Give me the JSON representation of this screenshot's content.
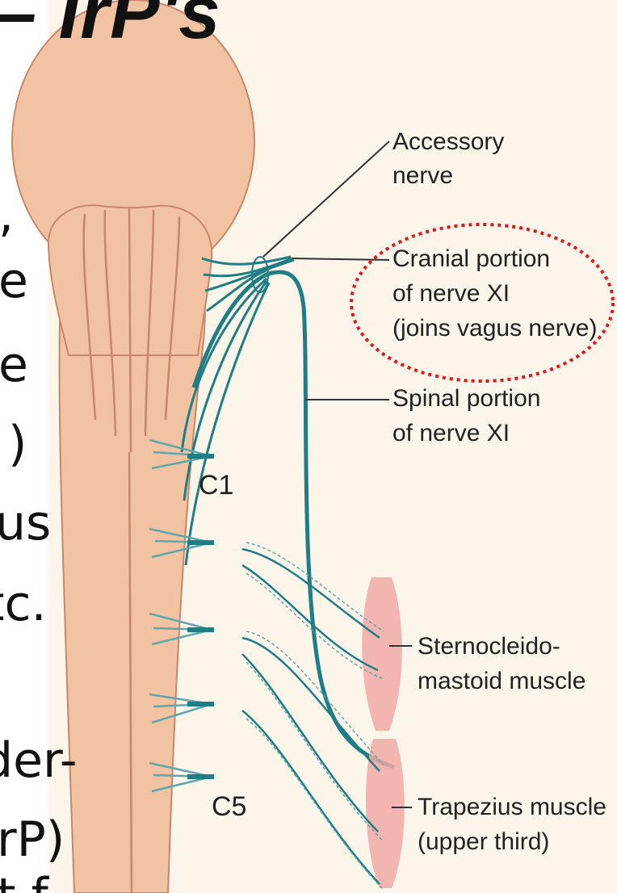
{
  "slide": {
    "title_fragment": "– IrP's",
    "left_text_fragments": [
      ",",
      "e",
      "e",
      ")",
      "us",
      "tc.",
      "der-",
      "rP)",
      "t f"
    ]
  },
  "diagram": {
    "labels": {
      "accessory_nerve": [
        "Accessory",
        "nerve"
      ],
      "cranial_portion": [
        "Cranial portion",
        "of nerve XI",
        "(joins vagus nerve)"
      ],
      "spinal_portion": [
        "Spinal portion",
        "of nerve XI"
      ],
      "c1": "C1",
      "c5": "C5",
      "sternocleidomastoid": [
        "Sternocleido-",
        "mastoid muscle"
      ],
      "trapezius": [
        "Trapezius muscle",
        "(upper third)"
      ]
    },
    "colors": {
      "background": "#fbf5ea",
      "brainstem_fill": "#f2c3a2",
      "brainstem_stroke": "#c8876a",
      "nerve": "#1f7d86",
      "nerve_light": "#5fa6ae",
      "muscle": "#f0a9a6",
      "highlight_ellipse": "#e01818",
      "leader_line": "#333333"
    }
  }
}
